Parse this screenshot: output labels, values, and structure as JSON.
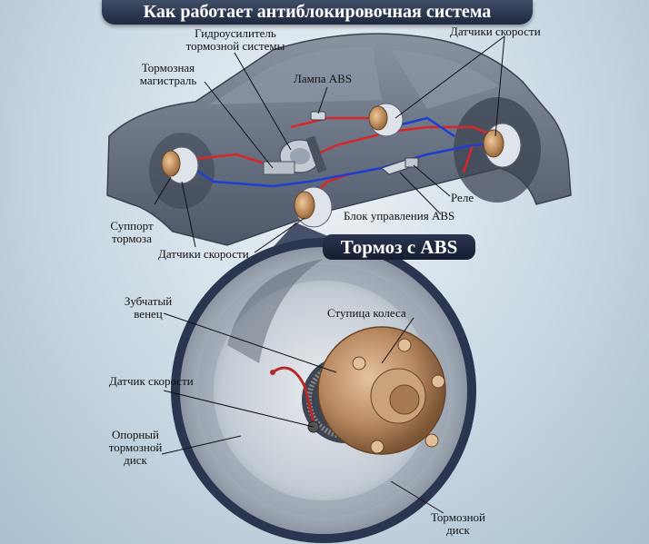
{
  "title": "Как работает антиблокировочная система",
  "subtitle": "Тормоз с ABS",
  "labels": {
    "hydro_booster": "Гидроусилитель\nтормозной системы",
    "brake_line": "Тормозная\nмагистраль",
    "abs_lamp": "Лампа ABS",
    "speed_sensors_top": "Датчики скорости",
    "relay": "Реле",
    "abs_control_unit": "Блок управления ABS",
    "brake_caliper": "Суппорт\nтормоза",
    "speed_sensors_bottom": "Датчики скорости",
    "toothed_ring": "Зубчатый\nвенец",
    "wheel_hub": "Ступица колеса",
    "speed_sensor": "Датчик скорости",
    "backing_plate": "Опорный\nтормозной\nдиск",
    "brake_disc": "Тормозной\nдиск"
  },
  "colors": {
    "title_bg": "#1f2940",
    "brake_line_red": "#d8262a",
    "wire_blue": "#1d3fd0",
    "car_body": "#6c7685",
    "hub_copper": "#b88a62"
  }
}
